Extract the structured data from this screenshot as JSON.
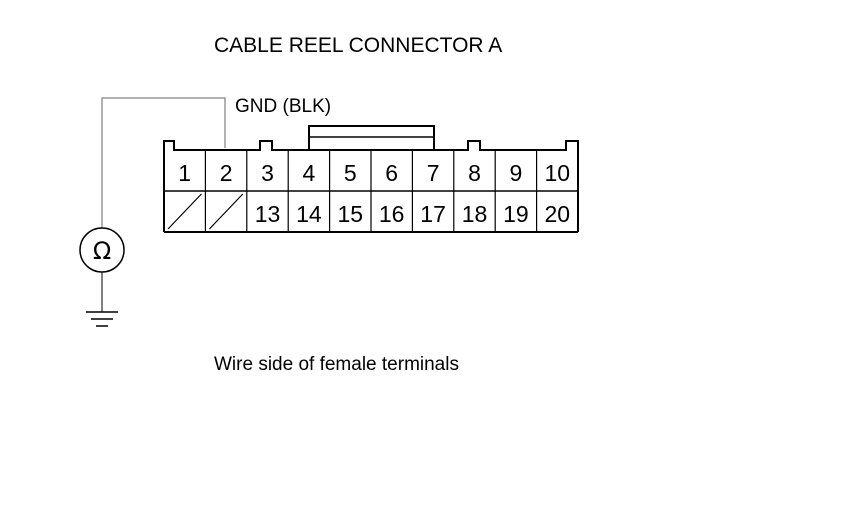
{
  "title": "CABLE REEL CONNECTOR A",
  "wire_label": "GND (BLK)",
  "caption": "Wire side of female terminals",
  "meter_symbol": "Ω",
  "row_top": [
    "1",
    "2",
    "3",
    "4",
    "5",
    "6",
    "7",
    "8",
    "9",
    "10"
  ],
  "row_bottom": [
    "",
    "",
    "13",
    "14",
    "15",
    "16",
    "17",
    "18",
    "19",
    "20"
  ],
  "empty_cavities": [
    "1",
    "2"
  ],
  "probe_terminal": "2"
}
